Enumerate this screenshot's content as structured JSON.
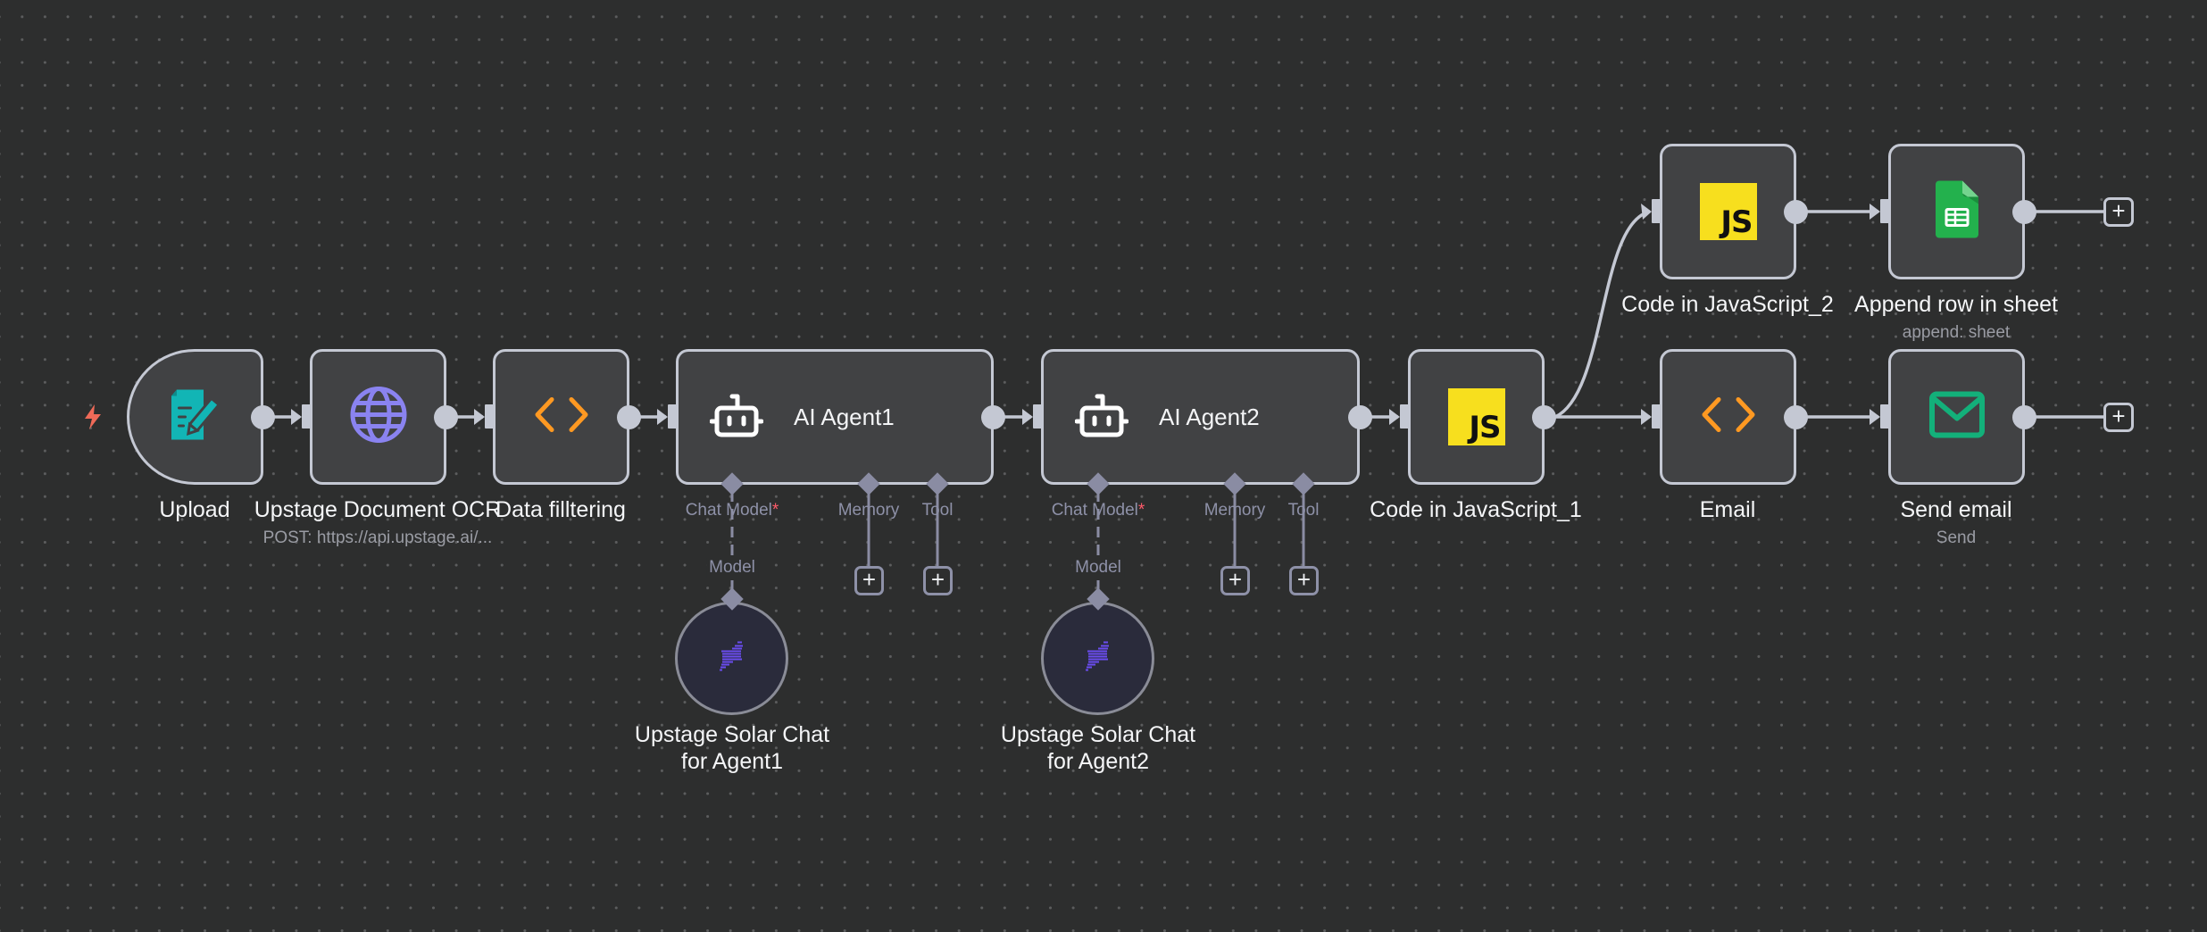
{
  "canvas": {
    "background": "#2d2e2e",
    "trigger_icon": "lightning-bolt-icon",
    "trigger_color": "#ef6a58"
  },
  "nodes": {
    "upload": {
      "title": "Upload",
      "icon": "form-document-icon",
      "icon_color": "#12b5b5"
    },
    "ocr": {
      "title": "Upstage Document OCR",
      "subtitle": "POST: https://api.upstage.ai/...",
      "icon": "globe-icon",
      "icon_color": "#8a83f0"
    },
    "filter": {
      "title": "Data filltering",
      "icon": "code-brackets-icon",
      "icon_color": "#ff9922"
    },
    "agent1": {
      "title": "AI Agent1",
      "icon": "robot-icon"
    },
    "agent2": {
      "title": "AI Agent2",
      "icon": "robot-icon"
    },
    "js1": {
      "title": "Code in JavaScript_1",
      "icon": "javascript-icon",
      "badge": "JS"
    },
    "js2": {
      "title": "Code in JavaScript_2",
      "icon": "javascript-icon",
      "badge": "JS"
    },
    "sheet": {
      "title": "Append row in sheet",
      "subtitle": "append: sheet",
      "icon": "google-sheets-icon",
      "icon_color": "#23b14d"
    },
    "email": {
      "title": "Email",
      "icon": "code-brackets-icon",
      "icon_color": "#ff9922"
    },
    "send": {
      "title": "Send email",
      "subtitle": "Send",
      "icon": "envelope-icon",
      "icon_color": "#13b07a"
    },
    "solar1": {
      "title_line1": "Upstage Solar Chat",
      "title_line2": "for Agent1",
      "icon": "upstage-solar-icon",
      "icon_color": "#6b4cf0"
    },
    "solar2": {
      "title_line1": "Upstage Solar Chat",
      "title_line2": "for Agent2",
      "icon": "upstage-solar-icon",
      "icon_color": "#6b4cf0"
    }
  },
  "agent_ports": {
    "chat_model": "Chat Model",
    "required_mark": "*",
    "memory": "Memory",
    "tool": "Tool",
    "model": "Model"
  },
  "add_button": "+"
}
